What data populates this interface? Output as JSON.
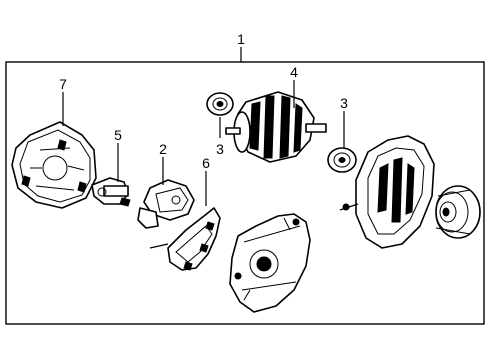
{
  "callouts": [
    {
      "id": "assembly",
      "label": "1"
    },
    {
      "id": "regulator",
      "label": "2"
    },
    {
      "id": "bearing-left",
      "label": "3"
    },
    {
      "id": "bearing-right",
      "label": "3"
    },
    {
      "id": "rotor",
      "label": "4"
    },
    {
      "id": "brush-holder",
      "label": "5"
    },
    {
      "id": "rectifier",
      "label": "6"
    },
    {
      "id": "rear-cover",
      "label": "7"
    }
  ]
}
